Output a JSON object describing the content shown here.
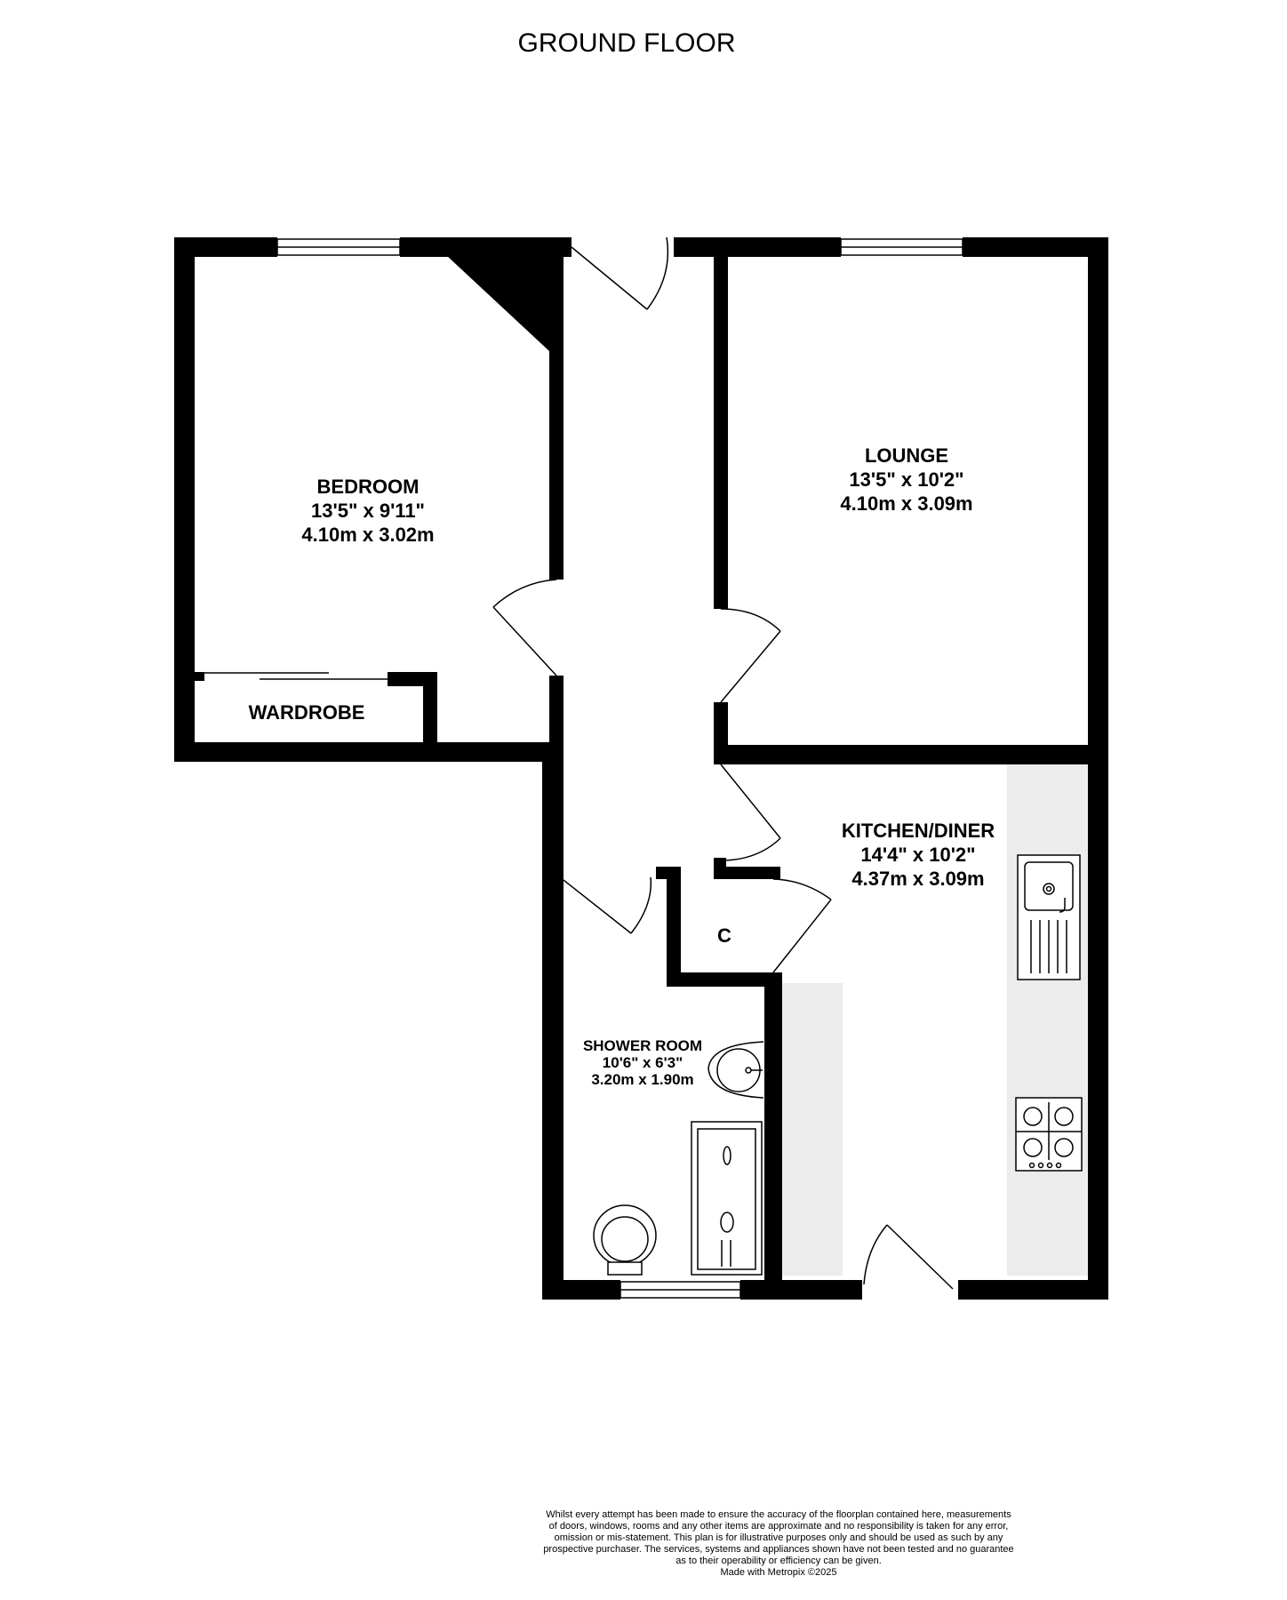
{
  "plan": {
    "title": "GROUND FLOOR",
    "rooms": {
      "bedroom": {
        "name": "BEDROOM",
        "imperial": "13'5\"  x 9'11\"",
        "metric": "4.10m  x 3.02m"
      },
      "wardrobe": {
        "name": "WARDROBE"
      },
      "lounge": {
        "name": "LOUNGE",
        "imperial": "13'5\"  x 10'2\"",
        "metric": "4.10m  x 3.09m"
      },
      "kitchen": {
        "name": "KITCHEN/DINER",
        "imperial": "14'4\"  x 10'2\"",
        "metric": "4.37m  x 3.09m"
      },
      "cupboard": {
        "name": "C"
      },
      "shower": {
        "name": "SHOWER ROOM",
        "imperial": "10'6\"  x 6'3\"",
        "metric": "3.20m  x 1.90m"
      }
    },
    "disclaimer": [
      "Whilst every attempt has been made to ensure the accuracy of the floorplan contained here, measurements",
      "of doors, windows, rooms and any other items are approximate and no responsibility is taken for any error,",
      "omission or mis-statement. This plan is for illustrative purposes only and should be used as such by any",
      "prospective purchaser. The services, systems and appliances shown have not been tested and no guarantee",
      "as to their operability or efficiency can be given.",
      "Made with Metropix ©2025"
    ]
  }
}
